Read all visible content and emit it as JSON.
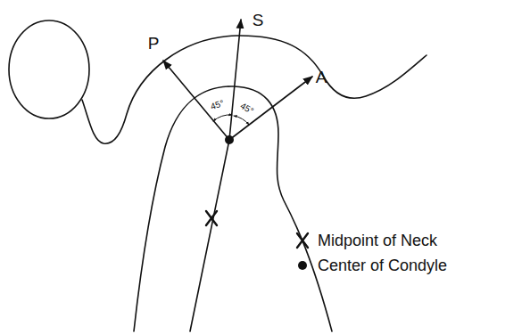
{
  "diagram": {
    "labels": [
      "P",
      "S",
      "A",
      "45°",
      "45°"
    ],
    "legend": [
      {
        "text": "Midpoint of Neck"
      },
      {
        "text": "Center of Condyle"
      }
    ]
  }
}
